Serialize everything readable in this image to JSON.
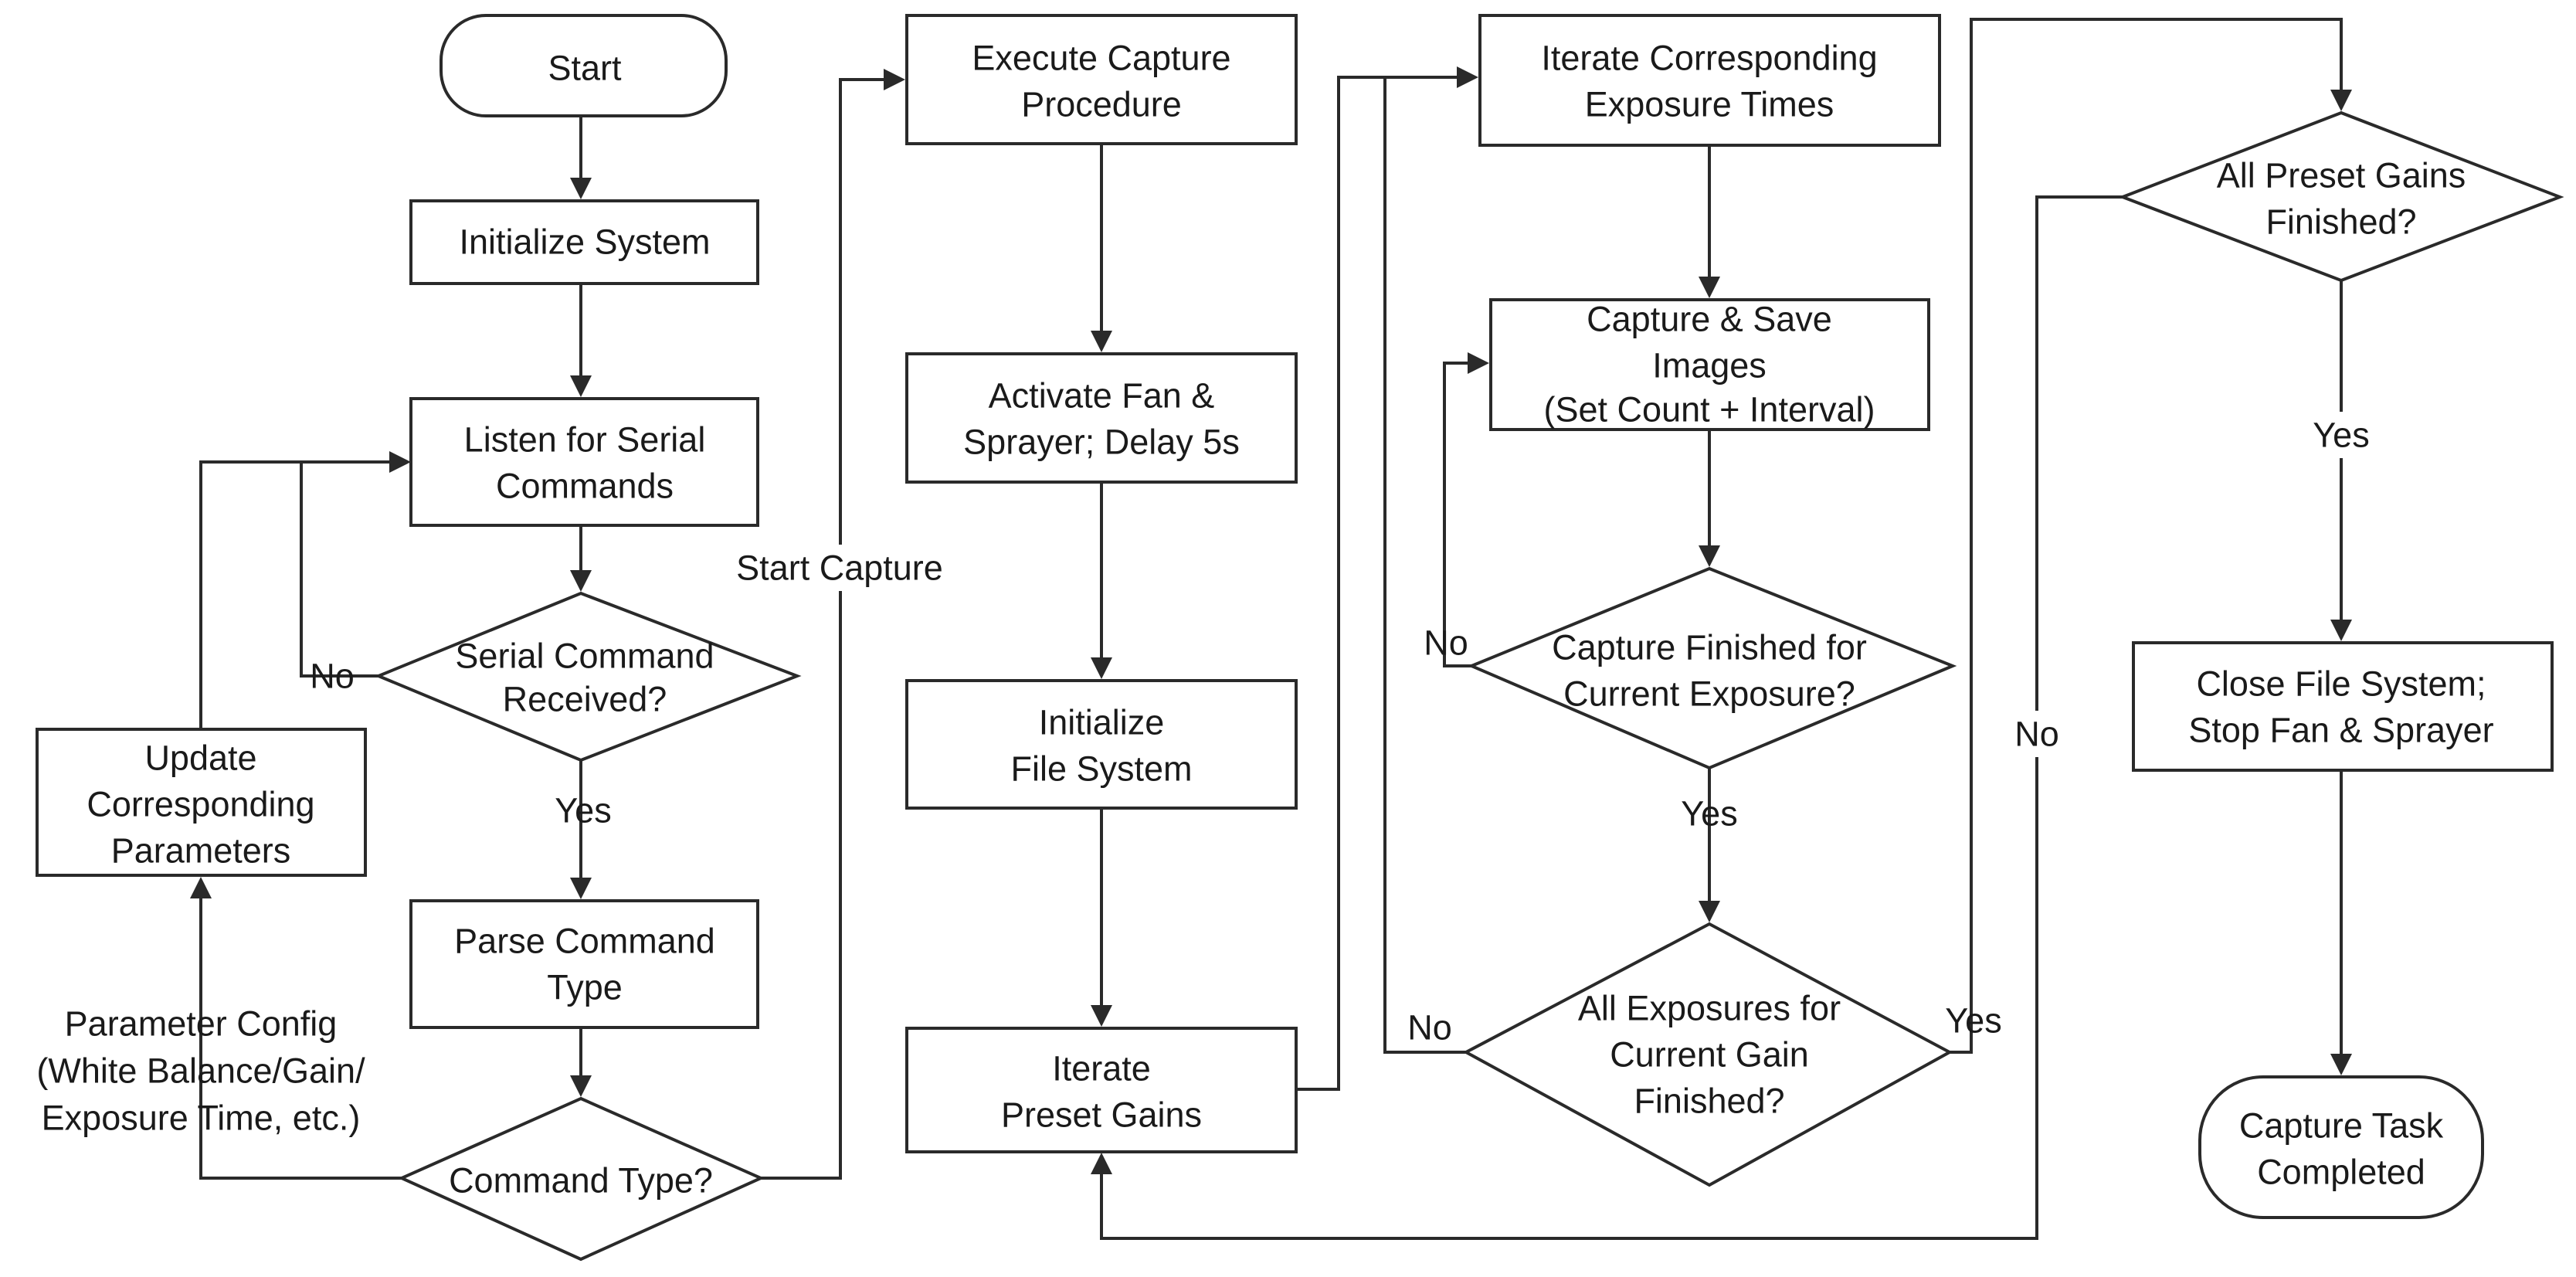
{
  "nodes": {
    "start": "Start",
    "init_system": "Initialize System",
    "listen_line1": "Listen for Serial",
    "listen_line2": "Commands",
    "received_line1": "Serial Command",
    "received_line2": "Received?",
    "update_line1": "Update",
    "update_line2": "Corresponding",
    "update_line3": "Parameters",
    "parse_line1": "Parse Command",
    "parse_line2": "Type",
    "command_type": "Command Type?",
    "exec_line1": "Execute Capture",
    "exec_line2": "Procedure",
    "fan_line1": "Activate Fan &",
    "fan_line2": "Sprayer; Delay 5s",
    "initfs_line1": "Initialize",
    "initfs_line2": "File System",
    "gains_line1": "Iterate",
    "gains_line2": "Preset Gains",
    "iterexp_line1": "Iterate Corresponding",
    "iterexp_line2": "Exposure Times",
    "save_line1": "Capture & Save",
    "save_line2": "Images",
    "save_line3": "(Set Count + Interval)",
    "capfin_line1": "Capture Finished for",
    "capfin_line2": "Current Exposure?",
    "allexp_line1": "All Exposures for",
    "allexp_line2": "Current Gain",
    "allexp_line3": "Finished?",
    "allgains_line1": "All Preset Gains",
    "allgains_line2": "Finished?",
    "close_line1": "Close File System;",
    "close_line2": "Stop Fan & Sprayer",
    "done_line1": "Capture Task",
    "done_line2": "Completed"
  },
  "edge_labels": {
    "received_no": "No",
    "received_yes": "Yes",
    "param_line1": "Parameter Config",
    "param_line2": "(White Balance/Gain/",
    "param_line3": "Exposure Time, etc.)",
    "start_capture": "Start Capture",
    "capfin_no": "No",
    "capfin_yes": "Yes",
    "allexp_no": "No",
    "allexp_yes": "Yes",
    "allgains_no": "No",
    "allgains_yes": "Yes"
  }
}
